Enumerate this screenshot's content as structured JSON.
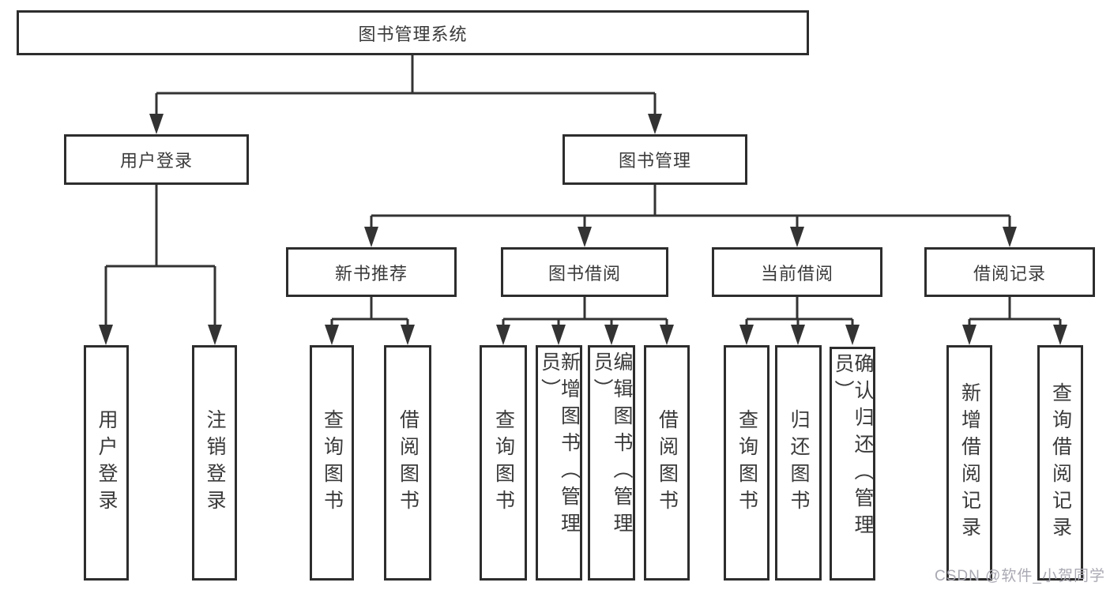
{
  "diagram": {
    "root": {
      "label": "图书管理系统"
    },
    "branches": [
      {
        "label": "用户登录",
        "children": [
          {
            "label": "用户登录"
          },
          {
            "label": "注销登录"
          }
        ]
      },
      {
        "label": "图书管理",
        "sections": [
          {
            "label": "新书推荐",
            "children": [
              {
                "label": "查询图书"
              },
              {
                "label": "借阅图书"
              }
            ]
          },
          {
            "label": "图书借阅",
            "children": [
              {
                "label": "查询图书"
              },
              {
                "label": "新增图书（管理员）"
              },
              {
                "label": "编辑图书（管理员）"
              },
              {
                "label": "借阅图书"
              }
            ]
          },
          {
            "label": "当前借阅",
            "children": [
              {
                "label": "查询图书"
              },
              {
                "label": "归还图书"
              },
              {
                "label": "确认归还（管理员）"
              }
            ]
          },
          {
            "label": "借阅记录",
            "children": [
              {
                "label": "新增借阅记录"
              },
              {
                "label": "查询借阅记录"
              }
            ]
          }
        ]
      }
    ]
  },
  "watermark": {
    "text": "CSDN @软件_小贺同学"
  },
  "colors": {
    "line": "#333333",
    "box_border": "#2d2d2d",
    "text": "#3a3a3a",
    "watermark": "#a9a9b3",
    "background": "#ffffff"
  }
}
